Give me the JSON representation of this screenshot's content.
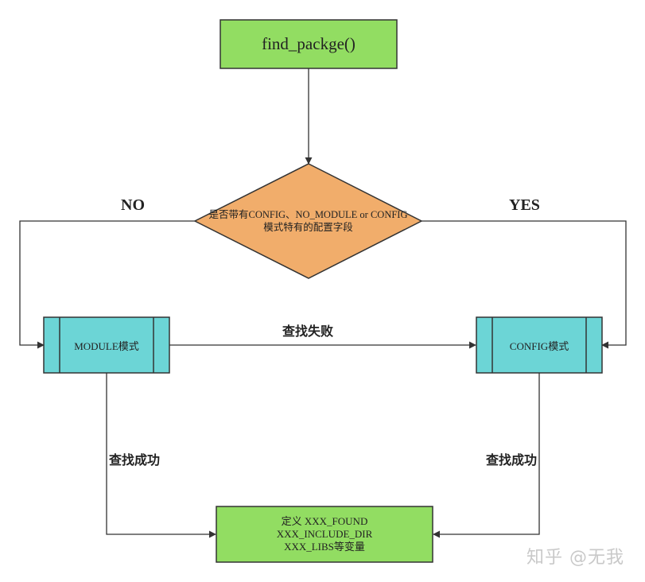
{
  "diagram": {
    "start": {
      "label": "find_packge()"
    },
    "decision": {
      "line1": "是否带有CONFIG、NO_MODULE or CONFIG",
      "line2": "模式特有的配置字段"
    },
    "module_node": {
      "label": "MODULE模式"
    },
    "config_node": {
      "label": "CONFIG模式"
    },
    "result": {
      "line1": "定义 XXX_FOUND",
      "line2": "XXX_INCLUDE_DIR",
      "line3": "XXX_LIBS等变量"
    },
    "edges": {
      "no": "NO",
      "yes": "YES",
      "module_fail": "查找失败",
      "module_success": "查找成功",
      "config_success": "查找成功"
    }
  },
  "watermark": "知乎 @无我",
  "colors": {
    "start_fill": "#92dd62",
    "decision_fill": "#f1ad6b",
    "process_fill": "#6cd5d6",
    "result_fill": "#92dd62",
    "stroke": "#333333"
  }
}
